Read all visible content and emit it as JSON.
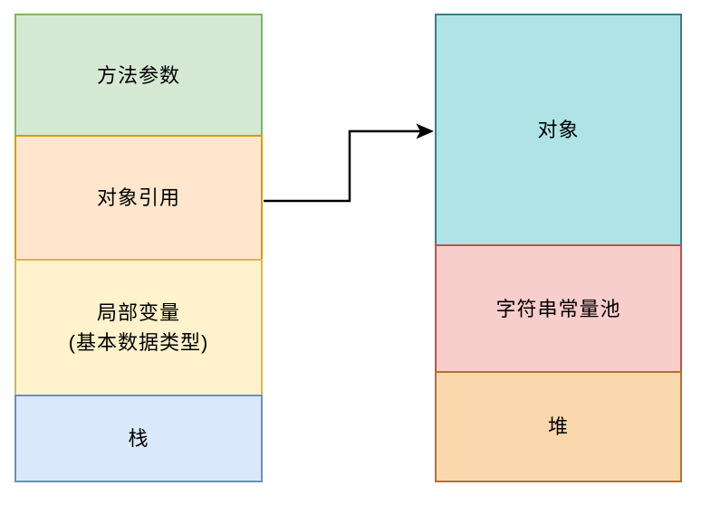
{
  "stack_column": {
    "boxes": [
      {
        "id": "method-params",
        "label": "方法参数",
        "fill": "#d5e8d4",
        "stroke": "#82b366"
      },
      {
        "id": "object-ref",
        "label": "对象引用",
        "fill": "#ffe6cc",
        "stroke": "#d79b00"
      },
      {
        "id": "local-vars",
        "label": "局部变量",
        "sublabel": "(基本数据类型)",
        "fill": "#fff2cc",
        "stroke": "#d6b656"
      },
      {
        "id": "stack",
        "label": "栈",
        "fill": "#dae8fc",
        "stroke": "#6c8ebf"
      }
    ]
  },
  "heap_column": {
    "boxes": [
      {
        "id": "object",
        "label": "对象",
        "fill": "#b0e3e6",
        "stroke": "#3b7e85"
      },
      {
        "id": "string-pool",
        "label": "字符串常量池",
        "fill": "#f8cecc",
        "stroke": "#b85450"
      },
      {
        "id": "heap",
        "label": "堆",
        "fill": "#fad7ac",
        "stroke": "#b3722d"
      }
    ]
  },
  "arrow": {
    "from_label": "对象引用",
    "to_label": "对象",
    "color": "#000000"
  },
  "colors": {
    "background": "#ffffff",
    "text": "#000000"
  }
}
